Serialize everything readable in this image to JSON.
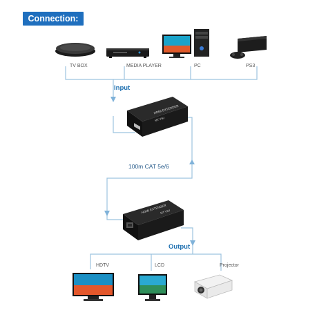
{
  "header": {
    "title": "Connection:"
  },
  "sources": {
    "tv_box": "TV BOX",
    "media_player": "MEDIA PLAYER",
    "pc": "PC",
    "ps3": "PS3"
  },
  "labels": {
    "input": "Input",
    "cable": "100m CAT 5e/6",
    "output": "Output"
  },
  "displays": {
    "hdtv": "HDTV",
    "lcd": "LCD",
    "projector": "Projector"
  },
  "devices": {
    "transmitter_text": "HDMI EXTENDER",
    "receiver_text": "HDMI EXTENDER",
    "brand_text": "MT VIKI"
  },
  "colors": {
    "header_bg": "#1f6fbe",
    "wire": "#9cc3df",
    "label_blue": "#1d6fb0"
  }
}
